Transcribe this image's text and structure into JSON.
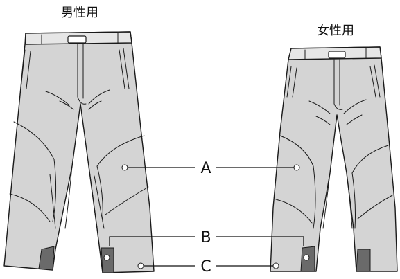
{
  "labels": {
    "men": "男性用",
    "women": "女性用"
  },
  "callouts": [
    {
      "id": "A"
    },
    {
      "id": "B"
    },
    {
      "id": "C"
    }
  ],
  "colors": {
    "fabric": "#d4d4d4",
    "fabric_dark": "#bdbdbd",
    "reinforcement": "#6a6a6a",
    "outline": "#1a1a1a",
    "leader": "#111111"
  }
}
